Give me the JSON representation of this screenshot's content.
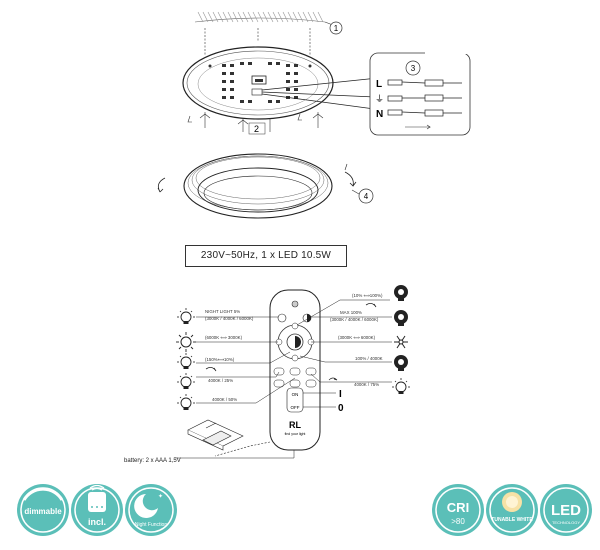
{
  "step_labels": [
    "1",
    "2",
    "3",
    "4"
  ],
  "wiring_labels": {
    "live": "L",
    "earth": "⏚",
    "neutral": "N"
  },
  "spec_text": "230V~50Hz, 1 x LED  10.5W",
  "remote": {
    "brand": "RL",
    "brand_tagline": "find your light",
    "on_key": "ON",
    "off_key": "OFF",
    "on_symbol": "I",
    "off_symbol": "0"
  },
  "callouts": {
    "night_light": "NIGHT LIGHT 5%",
    "night_light_cct": "(3000K / 4000K / 6000K)",
    "cct_down": "(6000K ⟺ 3000K)",
    "dim_down": "(150%⟺10%)",
    "k4000_25": "4000K / 25%",
    "k4000_50": "4000K / 50%",
    "dim_up": "(10% ⟺100%)",
    "max": "MAX 100%",
    "max_cct": "(3000K / 4000K / 6000K)",
    "cct_up": "(3000K ⟺ 6000K)",
    "k4000_100": "100% / 4000K",
    "k4000_75": "4000K / 75%"
  },
  "battery_text": "battery: 2 x AAA 1,5V",
  "badges": {
    "dimmable": "dimmable",
    "incl": "incl.",
    "night_function": "Night Function",
    "cri": "CRI",
    "cri_value": ">80",
    "tunable": "TUNABLE WHITE",
    "led": "LED",
    "led_tech": "TECHNOLOGY"
  },
  "colors": {
    "teal": "#5bbfb8",
    "dark": "#222222"
  }
}
